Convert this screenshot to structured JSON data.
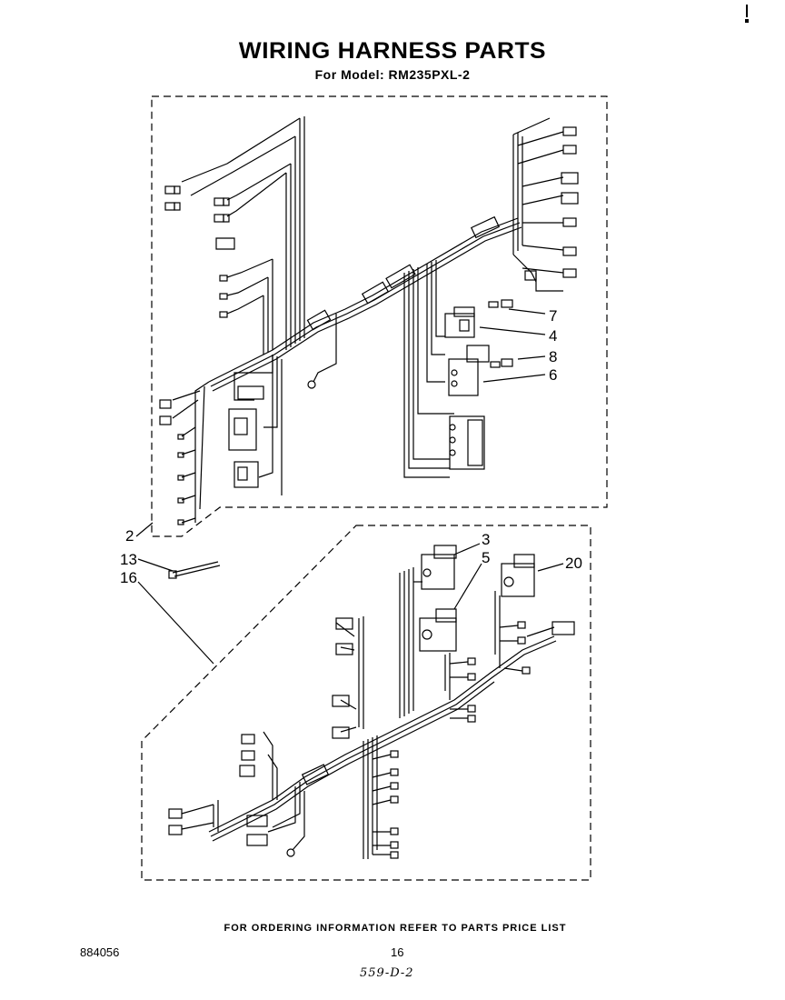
{
  "page": {
    "title": "WIRING HARNESS PARTS",
    "subtitle": "For Model: RM235PXL-2",
    "footer_note": "FOR ORDERING INFORMATION REFER TO PARTS PRICE LIST",
    "document_number": "884056",
    "page_number": "16",
    "handwritten_code": "559-D-2"
  },
  "callouts": [
    {
      "id": "7",
      "label": "7"
    },
    {
      "id": "4",
      "label": "4"
    },
    {
      "id": "8",
      "label": "8"
    },
    {
      "id": "6",
      "label": "6"
    },
    {
      "id": "2",
      "label": "2"
    },
    {
      "id": "13",
      "label": "13"
    },
    {
      "id": "16",
      "label": "16"
    },
    {
      "id": "3",
      "label": "3"
    },
    {
      "id": "5",
      "label": "5"
    },
    {
      "id": "20",
      "label": "20"
    }
  ]
}
